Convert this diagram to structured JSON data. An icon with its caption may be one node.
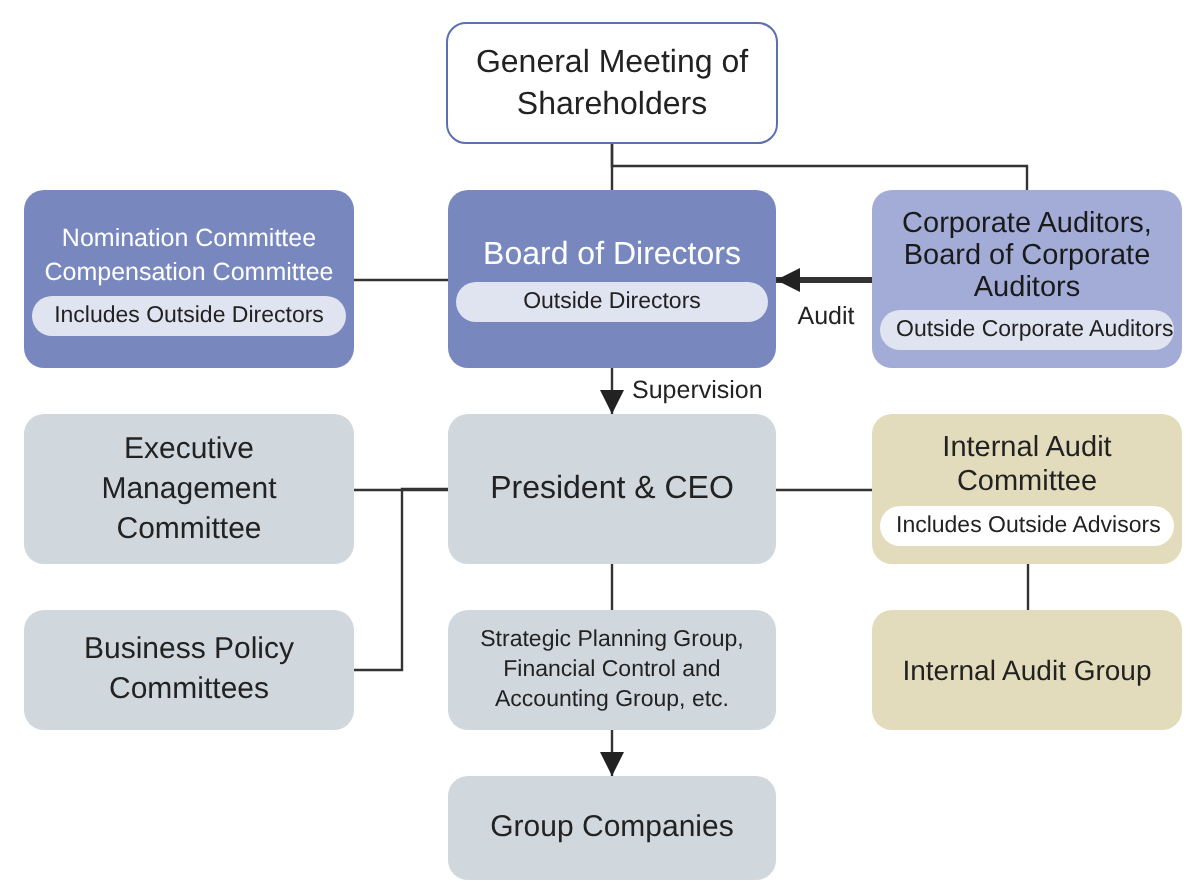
{
  "diagram": {
    "nodes": [
      {
        "text": [
          "General Meeting of Shareholders"
        ]
      },
      {
        "text": [
          "Nomination Committee Compensation Committee",
          "Includes Outside Directors"
        ]
      },
      {
        "text": [
          "Board of Directors",
          "Outside Directors"
        ]
      },
      {
        "text": [
          "Corporate Auditors, Board of Corporate Auditors",
          "Outside Corporate Auditors"
        ]
      },
      {
        "text": [
          "Executive Management Committee"
        ]
      },
      {
        "text": [
          "President & CEO"
        ]
      },
      {
        "text": [
          "Internal Audit Committee",
          "Includes Outside Advisors"
        ]
      },
      {
        "text": [
          "Business Policy Committees"
        ]
      },
      {
        "text": [
          "Strategic Planning Group, Financial Control and Accounting Group, etc."
        ]
      },
      {
        "text": [
          "Internal Audit Group"
        ]
      },
      {
        "text": [
          "Group Companies"
        ]
      }
    ],
    "edges": [
      {
        "from": 0,
        "to": 2,
        "arrow": "none"
      },
      {
        "from": 0,
        "to": 3,
        "arrow": "none"
      },
      {
        "from": 1,
        "to": 2,
        "arrow": "none"
      },
      {
        "from": 3,
        "to": 2,
        "arrow": "to",
        "label": "Audit",
        "style": "thick"
      },
      {
        "from": 2,
        "to": 5,
        "arrow": "to",
        "label": "Supervision"
      },
      {
        "from": 4,
        "to": 5,
        "arrow": "none"
      },
      {
        "from": 7,
        "to": 5,
        "arrow": "none"
      },
      {
        "from": 5,
        "to": 6,
        "arrow": "none"
      },
      {
        "from": 5,
        "to": 8,
        "arrow": "none"
      },
      {
        "from": 8,
        "to": 10,
        "arrow": "to"
      },
      {
        "from": 6,
        "to": 9,
        "arrow": "none"
      }
    ]
  }
}
